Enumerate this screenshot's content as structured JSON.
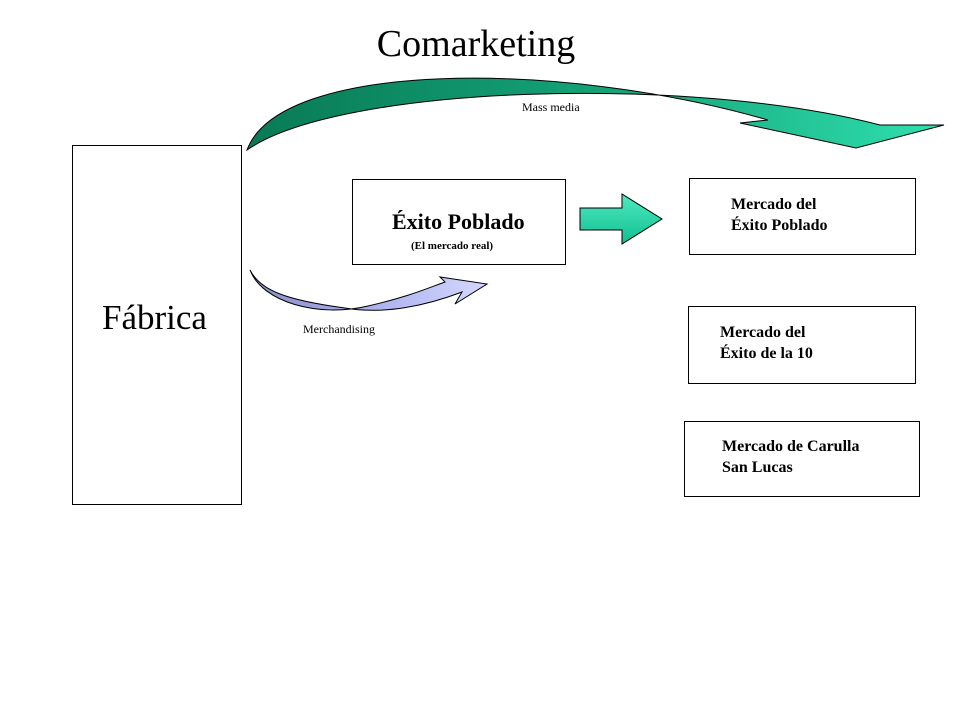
{
  "title": "Comarketing",
  "fabrica": {
    "label": "Fábrica"
  },
  "exito": {
    "title": "Éxito Poblado",
    "subtitle": "(El mercado real)"
  },
  "labels": {
    "mass_media": "Mass media",
    "merchandising": "Merchandising"
  },
  "markets": [
    {
      "line1": "Mercado del",
      "line2": "Éxito Poblado"
    },
    {
      "line1": "Mercado del",
      "line2": "Éxito de la 10"
    },
    {
      "line1": "Mercado de Carulla",
      "line2": "San Lucas"
    }
  ],
  "colors": {
    "mass_media_arrow": "#0e9a6e",
    "block_arrow": "#1fd8a8",
    "merchandising_arrow": "#b8bcf0"
  }
}
